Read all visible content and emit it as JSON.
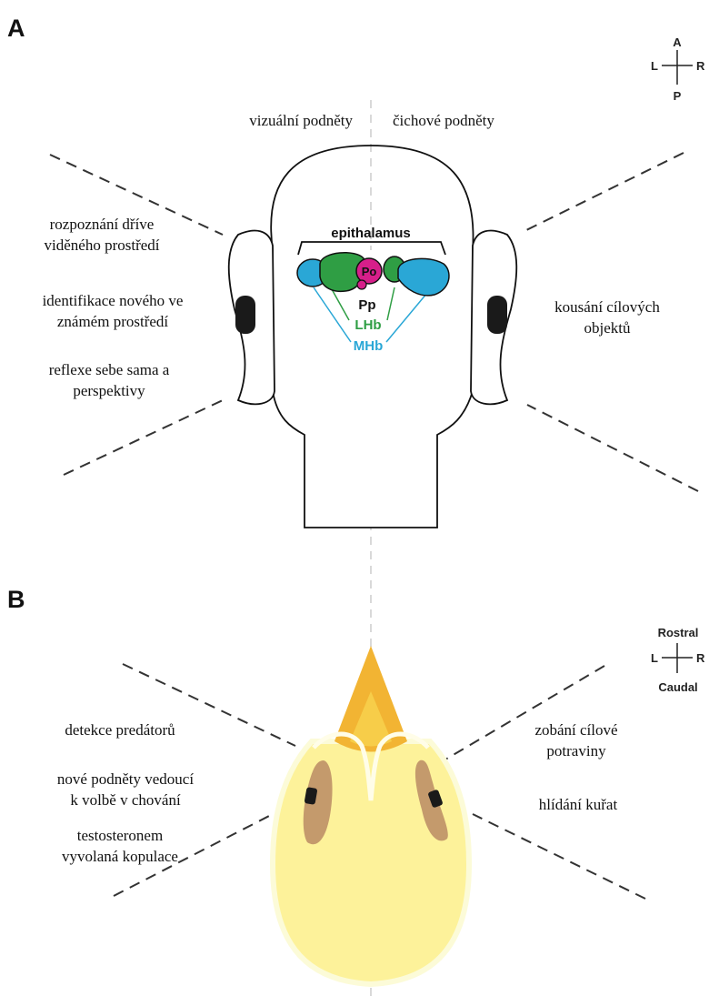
{
  "panel_a": {
    "letter": "A",
    "compass": {
      "top": "A",
      "left": "L",
      "right": "R",
      "bottom": "P"
    },
    "header_left": "vizuální podněty",
    "header_right": "čichové podněty",
    "left_functions": [
      [
        "rozpoznání dříve",
        "viděného prostředí"
      ],
      [
        "identifikace nového ve",
        "známém prostředí"
      ],
      [
        "reflexe sebe sama a",
        "perspektivy"
      ]
    ],
    "right_functions": [
      [
        "kousání cílových",
        "objektů"
      ]
    ],
    "brain": {
      "epithalamus": "epithalamus",
      "po": "Po",
      "pp": "Pp",
      "lhb": "LHb",
      "mhb": "MHb"
    },
    "colors": {
      "lhb": "#2f9e44",
      "mhb": "#2aa7d6",
      "po": "#d61f8a",
      "eye": "#1a1a1a"
    }
  },
  "panel_b": {
    "letter": "B",
    "compass": {
      "top": "Rostral",
      "left": "L",
      "right": "R",
      "bottom": "Caudal"
    },
    "left_functions": [
      [
        "detekce predátorů"
      ],
      [
        "nové podněty vedoucí",
        "k volbě v chování"
      ],
      [
        "testosteronem",
        "vyvolaná kopulace"
      ]
    ],
    "right_functions": [
      [
        "zobání cílové",
        "potraviny"
      ],
      [
        "hlídání kuřat"
      ]
    ],
    "colors": {
      "beak": "#f2b433",
      "head": "#fdf29a",
      "eye_patch": "#c49a6c"
    }
  }
}
